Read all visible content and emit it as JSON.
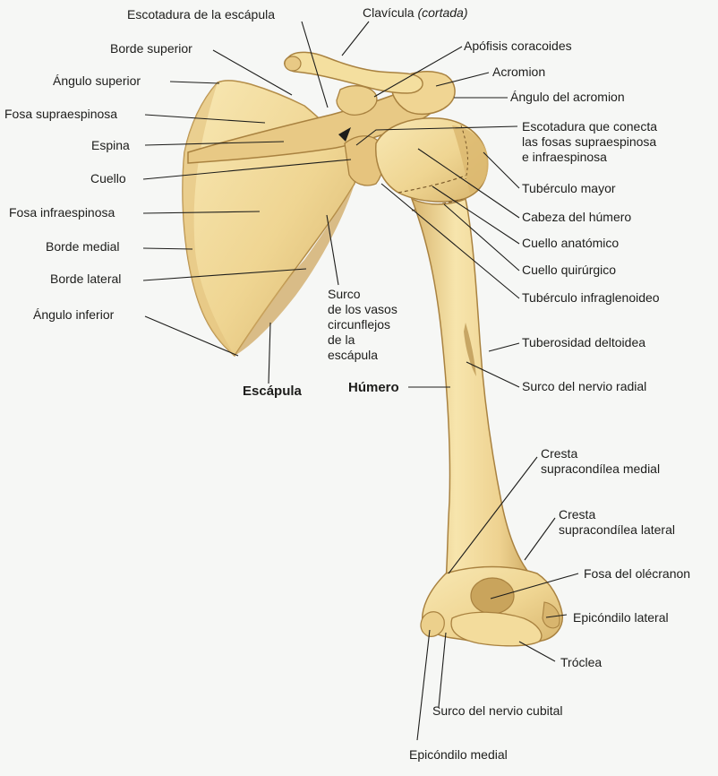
{
  "colors": {
    "bone": "#f2dc9c",
    "bone_shadow": "#c9a45c",
    "bone_dark": "#a98240",
    "leader": "#1d1d1b",
    "background": "#f6f7f5"
  },
  "labels": {
    "escotadura_escapula": "Escotadura de la escápula",
    "clavicula": "Clavícula",
    "clavicula_note": "(cortada)",
    "apofisis_coracoides": "Apófisis coracoides",
    "acromion": "Acromion",
    "angulo_acromion": "Ángulo del acromion",
    "borde_superior": "Borde superior",
    "angulo_superior": "Ángulo superior",
    "fosa_supraespinosa": "Fosa supraespinosa",
    "espina": "Espina",
    "cuello": "Cuello",
    "fosa_infraespinosa": "Fosa infraespinosa",
    "borde_medial": "Borde medial",
    "borde_lateral": "Borde lateral",
    "angulo_inferior": "Ángulo inferior",
    "escotadura_conecta": "Escotadura que conecta\nlas fosas supraespinosa\ne infraespinosa",
    "tuberculo_mayor": "Tubérculo mayor",
    "cabeza_humero": "Cabeza del húmero",
    "cuello_anatomico": "Cuello anatómico",
    "cuello_quirurgico": "Cuello quirúrgico",
    "tuberculo_infraglenoideo": "Tubérculo infraglenoideo",
    "surco_vasos": "Surco\nde los vasos\ncircunflejos\nde la\nescápula",
    "tuberosidad_deltoidea": "Tuberosidad deltoidea",
    "surco_nervio_radial": "Surco del nervio radial",
    "escapula": "Escápula",
    "humero": "Húmero",
    "cresta_medial": "Cresta\nsupracondílea medial",
    "cresta_lateral": "Cresta\nsupracondílea lateral",
    "fosa_olecranon": "Fosa del olécranon",
    "epicondilo_lateral": "Epicóndilo lateral",
    "troclea": "Tróclea",
    "surco_nervio_cubital": "Surco del nervio cubital",
    "epicondilo_medial": "Epicóndilo medial"
  }
}
